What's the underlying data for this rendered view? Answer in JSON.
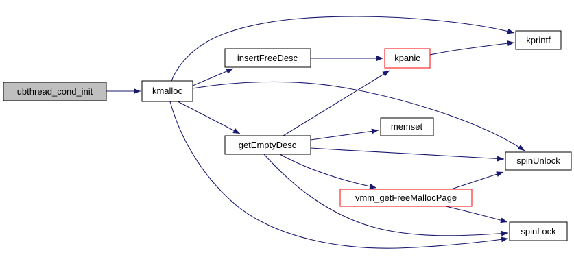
{
  "diagram": {
    "kind": "doxygen-call-graph",
    "root_function": "ubthread_cond_init",
    "colors": {
      "background": "#ffffff",
      "edge": "#191970",
      "node_border": "#000000",
      "node_fill": "#ffffff",
      "root_fill": "#bfbfbf",
      "highlight_border": "#ff0000",
      "text": "#000000"
    },
    "nodes": [
      {
        "id": "ubthread_cond_init",
        "label": "ubthread_cond_init",
        "style": "root"
      },
      {
        "id": "kmalloc",
        "label": "kmalloc",
        "style": "normal"
      },
      {
        "id": "insertFreeDesc",
        "label": "insertFreeDesc",
        "style": "normal"
      },
      {
        "id": "kpanic",
        "label": "kpanic",
        "style": "red"
      },
      {
        "id": "kprintf",
        "label": "kprintf",
        "style": "normal"
      },
      {
        "id": "getEmptyDesc",
        "label": "getEmptyDesc",
        "style": "normal"
      },
      {
        "id": "memset",
        "label": "memset",
        "style": "normal"
      },
      {
        "id": "spinUnlock",
        "label": "spinUnlock",
        "style": "normal"
      },
      {
        "id": "vmm_getFreeMallocPage",
        "label": "vmm_getFreeMallocPage",
        "style": "red"
      },
      {
        "id": "spinLock",
        "label": "spinLock",
        "style": "normal"
      }
    ],
    "edges": [
      {
        "from": "ubthread_cond_init",
        "to": "kmalloc"
      },
      {
        "from": "kmalloc",
        "to": "insertFreeDesc"
      },
      {
        "from": "kmalloc",
        "to": "kprintf"
      },
      {
        "from": "kmalloc",
        "to": "getEmptyDesc"
      },
      {
        "from": "kmalloc",
        "to": "spinUnlock"
      },
      {
        "from": "kmalloc",
        "to": "spinLock"
      },
      {
        "from": "insertFreeDesc",
        "to": "kpanic"
      },
      {
        "from": "kpanic",
        "to": "kprintf"
      },
      {
        "from": "getEmptyDesc",
        "to": "kpanic"
      },
      {
        "from": "getEmptyDesc",
        "to": "memset"
      },
      {
        "from": "getEmptyDesc",
        "to": "spinUnlock"
      },
      {
        "from": "getEmptyDesc",
        "to": "vmm_getFreeMallocPage"
      },
      {
        "from": "getEmptyDesc",
        "to": "spinLock"
      },
      {
        "from": "vmm_getFreeMallocPage",
        "to": "spinUnlock"
      },
      {
        "from": "vmm_getFreeMallocPage",
        "to": "spinLock"
      }
    ]
  }
}
